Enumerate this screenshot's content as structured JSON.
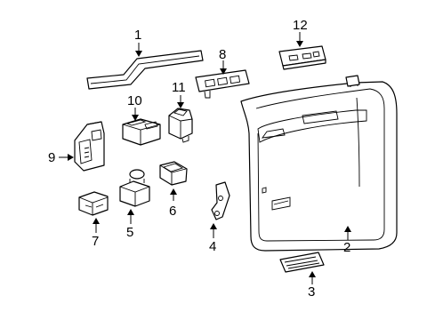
{
  "callouts": [
    "1",
    "2",
    "3",
    "4",
    "5",
    "6",
    "7",
    "8",
    "9",
    "10",
    "11",
    "12"
  ],
  "colors": {
    "line": "#000000",
    "background": "#ffffff"
  }
}
